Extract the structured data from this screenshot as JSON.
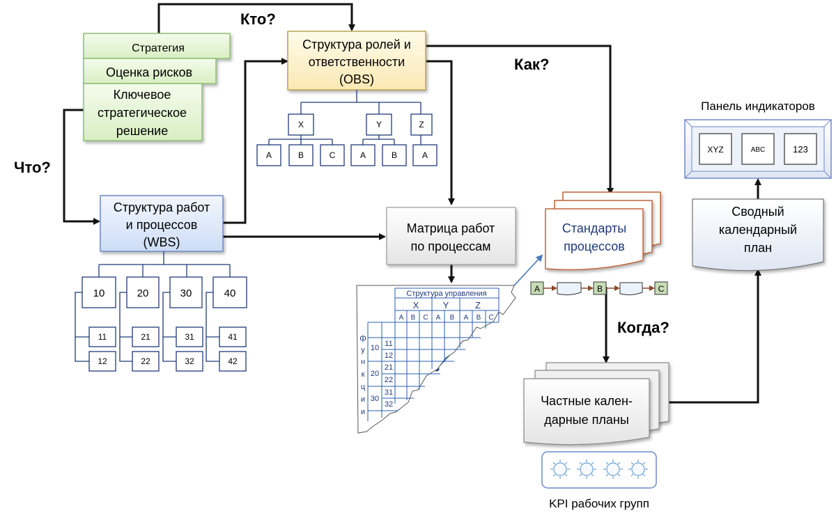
{
  "labels": {
    "who": "Кто?",
    "what": "Что?",
    "how": "Как?",
    "when": "Когда?"
  },
  "strategy_stack": {
    "strategy": "Стратегия",
    "risk": "Оценка рисков",
    "decision": [
      "Ключевое",
      "стратегическое",
      "решение"
    ]
  },
  "obs": {
    "title": [
      "Структура ролей и",
      "ответственности",
      "(OBS)"
    ],
    "groups": [
      {
        "label": "X",
        "children": [
          "A",
          "B",
          "C"
        ]
      },
      {
        "label": "Y",
        "children": [
          "A",
          "B"
        ]
      },
      {
        "label": "Z",
        "children": [
          "A"
        ]
      }
    ]
  },
  "wbs": {
    "title": [
      "Структура работ",
      "и процессов",
      "(WBS)"
    ],
    "groups": [
      {
        "label": "10",
        "children": [
          "11",
          "12"
        ]
      },
      {
        "label": "20",
        "children": [
          "21",
          "22"
        ]
      },
      {
        "label": "30",
        "children": [
          "31",
          "32"
        ]
      },
      {
        "label": "40",
        "children": [
          "41",
          "42"
        ]
      }
    ]
  },
  "matrix": {
    "title": [
      "Матрица работ",
      "по процессам"
    ],
    "grid_title": "Структура управления",
    "cols_groups": [
      "X",
      "Y",
      "Z"
    ],
    "cols": [
      "A",
      "B",
      "C",
      "A",
      "B",
      "A",
      "B",
      "C"
    ],
    "row_label": [
      "ф",
      "у",
      "н",
      "к",
      "ц",
      "и",
      "и"
    ],
    "row_groups": [
      "10",
      "20",
      "30"
    ],
    "rows": [
      "11",
      "12",
      "21",
      "22",
      "31",
      "32"
    ]
  },
  "standards": {
    "title": [
      "Стандарты",
      "процессов"
    ],
    "flow": [
      "A",
      "B",
      "C"
    ]
  },
  "plans": {
    "private": [
      "Частные кален-",
      "дарные планы"
    ],
    "summary": [
      "Сводный",
      "календарный",
      "план"
    ]
  },
  "dashboard": {
    "title": "Панель индикаторов",
    "cells": [
      "XYZ",
      "ABC",
      "123"
    ]
  },
  "kpi": {
    "title": "KPI рабочих групп"
  },
  "colors": {
    "green_fill": "#e6f6d6",
    "green_stroke": "#8cc070",
    "yellow_fill": "#fff6d8",
    "yellow_stroke": "#b8a450",
    "blue_fill": "#e4ecfb",
    "blue_stroke": "#6c8ac8",
    "orange_stroke": "#c0643a",
    "gray_fill": "#eeeeee",
    "navy": "#1f3a7a"
  }
}
